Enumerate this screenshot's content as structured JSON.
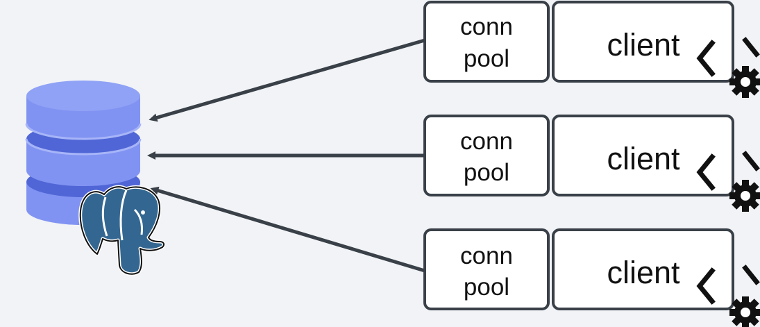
{
  "rows": [
    {
      "pool_label_line1": "conn",
      "pool_label_line2": "pool",
      "client_label": "client"
    },
    {
      "pool_label_line1": "conn",
      "pool_label_line2": "pool",
      "client_label": "client"
    },
    {
      "pool_label_line1": "conn",
      "pool_label_line2": "pool",
      "client_label": "client"
    }
  ],
  "database": {
    "icon": "database-icon",
    "logo": "postgresql-elephant-logo"
  },
  "colors": {
    "background": "#f1f3f6",
    "box_fill": "#ffffff",
    "box_border": "#3a4048",
    "arrow": "#3a4048",
    "db_light": "#8fa2f5",
    "db_mid": "#7286ea",
    "db_dark": "#5066d6",
    "elephant_blue": "#336791"
  }
}
